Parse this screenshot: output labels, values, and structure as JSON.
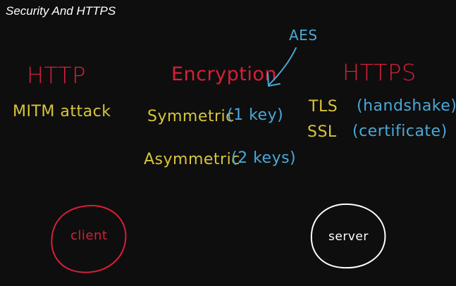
{
  "title": "Security And HTTPS",
  "labels": {
    "http": "HTTP",
    "mitm": "MITM attack",
    "encryption": "Encryption",
    "aes": "AES",
    "symmetric": "Symmetric",
    "symmetric_note": "(1 key)",
    "asymmetric": "Asymmetric",
    "asymmetric_note": "(2 keys)",
    "https": "HTTPS",
    "tls": "TLS",
    "tls_note": "(handshake)",
    "ssl": "SSL",
    "ssl_note": "(certificate)",
    "client": "client",
    "server": "server"
  },
  "colors": {
    "background": "#0e0e0e",
    "red": "#d81f3a",
    "yellow": "#d8c53a",
    "blue": "#4aa8d8",
    "white": "#ffffff"
  }
}
